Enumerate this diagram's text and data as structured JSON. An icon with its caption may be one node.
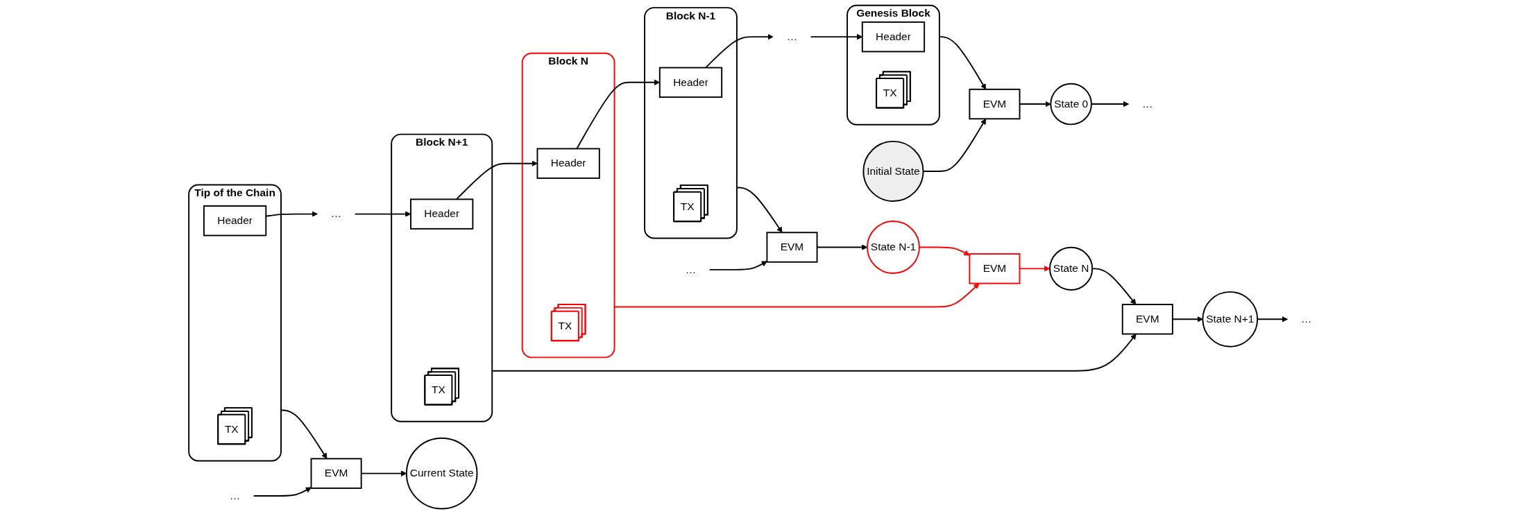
{
  "diagram": {
    "nodes": [
      {
        "text": [
          "Genesis Block"
        ]
      },
      {
        "text": [
          "Header"
        ],
        "in": 0
      },
      {
        "text": [
          "TX"
        ],
        "in": 0
      },
      {
        "text": [
          "…"
        ]
      },
      {
        "text": [
          "Block N-1"
        ]
      },
      {
        "text": [
          "Header"
        ],
        "in": 4
      },
      {
        "text": [
          "TX"
        ],
        "in": 4
      },
      {
        "text": [
          "Block N"
        ]
      },
      {
        "text": [
          "Header"
        ],
        "in": 7
      },
      {
        "text": [
          "TX"
        ],
        "in": 7
      },
      {
        "text": [
          "Block N+1"
        ]
      },
      {
        "text": [
          "Header"
        ],
        "in": 10
      },
      {
        "text": [
          "TX"
        ],
        "in": 10
      },
      {
        "text": [
          "…"
        ]
      },
      {
        "text": [
          "Tip of the Chain"
        ]
      },
      {
        "text": [
          "Header"
        ],
        "in": 14
      },
      {
        "text": [
          "TX"
        ],
        "in": 14
      },
      {
        "text": [
          "EVM"
        ]
      },
      {
        "text": [
          "…"
        ]
      },
      {
        "text": [
          "EVM"
        ]
      },
      {
        "text": [
          "EVM"
        ]
      },
      {
        "text": [
          "EVM"
        ]
      },
      {
        "text": [
          "…"
        ]
      },
      {
        "text": [
          "EVM"
        ]
      },
      {
        "text": [
          "Initial State"
        ]
      },
      {
        "text": [
          "State 0"
        ]
      },
      {
        "text": [
          "…"
        ]
      },
      {
        "text": [
          "State N-1"
        ]
      },
      {
        "text": [
          "State N"
        ]
      },
      {
        "text": [
          "State N+1"
        ]
      },
      {
        "text": [
          "…"
        ]
      },
      {
        "text": [
          "Current State"
        ]
      }
    ],
    "edges": [
      {
        "from": 5,
        "to": 3,
        "arrow": "to"
      },
      {
        "from": 3,
        "to": 1,
        "arrow": "to"
      },
      {
        "from": 8,
        "to": 5,
        "arrow": "to"
      },
      {
        "from": 11,
        "to": 8,
        "arrow": "to"
      },
      {
        "from": 13,
        "to": 11,
        "arrow": "to"
      },
      {
        "from": 15,
        "to": 13,
        "arrow": "to"
      },
      {
        "from": 0,
        "to": 17,
        "arrow": "to"
      },
      {
        "from": 4,
        "to": 19,
        "arrow": "to"
      },
      {
        "from": 7,
        "to": 20,
        "arrow": "to",
        "color": "#ff0000"
      },
      {
        "from": 10,
        "to": 21,
        "arrow": "to"
      },
      {
        "from": 14,
        "to": 23,
        "arrow": "to"
      },
      {
        "from": 24,
        "to": 17,
        "arrow": "to"
      },
      {
        "from": 17,
        "to": 25,
        "arrow": "to"
      },
      {
        "from": 25,
        "to": 18,
        "arrow": "to"
      },
      {
        "from": 26,
        "to": 19,
        "arrow": "to"
      },
      {
        "from": 19,
        "to": 27,
        "arrow": "to"
      },
      {
        "from": 27,
        "to": 20,
        "arrow": "to",
        "color": "#ff0000"
      },
      {
        "from": 20,
        "to": 28,
        "arrow": "to",
        "color": "#ff0000"
      },
      {
        "from": 28,
        "to": 21,
        "arrow": "to"
      },
      {
        "from": 21,
        "to": 29,
        "arrow": "to"
      },
      {
        "from": 29,
        "to": 22,
        "arrow": "to"
      },
      {
        "from": 30,
        "to": 23,
        "arrow": "to"
      },
      {
        "from": 23,
        "to": 31,
        "arrow": "to"
      }
    ]
  }
}
